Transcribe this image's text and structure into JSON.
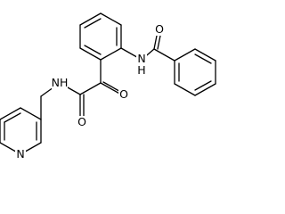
{
  "molecule": {
    "atom_labels": {
      "nh_amide": "NH",
      "o_oxo": "O",
      "n_ring": "N",
      "o_benzoyl": "O",
      "nh_anilide": "N",
      "h_anilide": "H",
      "o_amide": "O"
    }
  }
}
